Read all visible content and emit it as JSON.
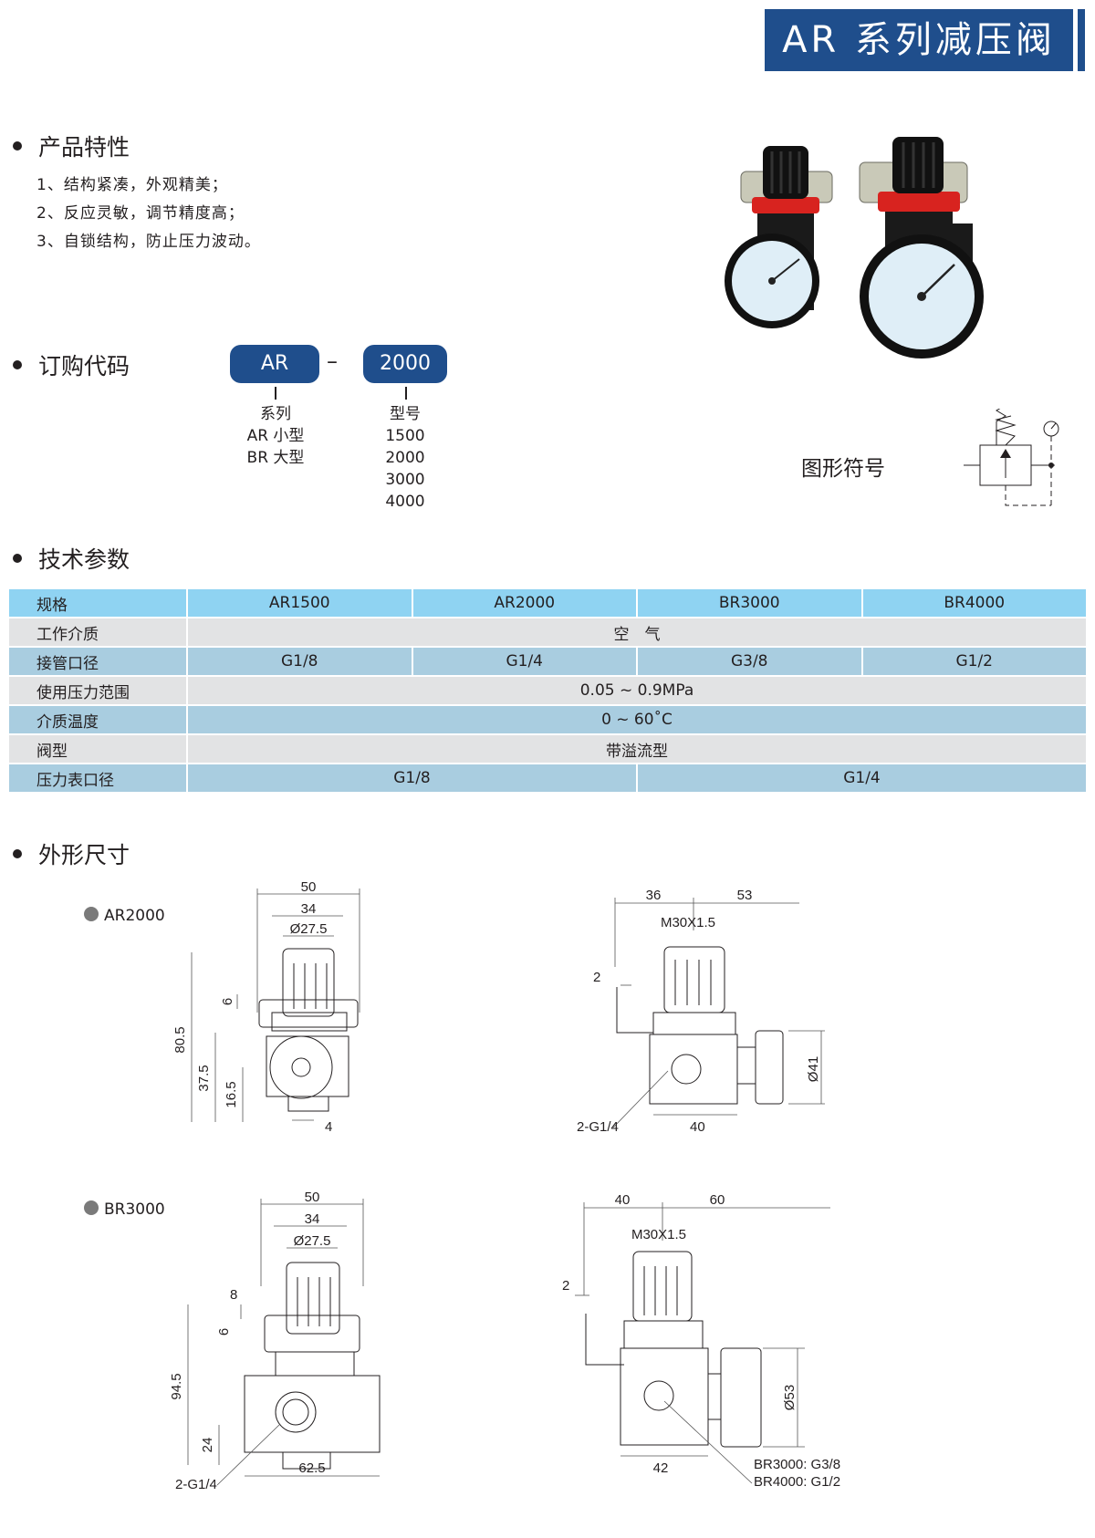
{
  "header": {
    "title": "AR 系列减压阀"
  },
  "features": {
    "heading": "产品特性",
    "items": [
      "1、结构紧凑，外观精美；",
      "2、反应灵敏，调节精度高；",
      "3、自锁结构，防止压力波动。"
    ]
  },
  "ordering": {
    "heading": "订购代码",
    "code_series": "AR",
    "dash": "–",
    "code_model": "2000",
    "series_title": "系列",
    "series_options": [
      "AR 小型",
      "BR 大型"
    ],
    "model_title": "型号",
    "model_options": [
      "1500",
      "2000",
      "3000",
      "4000"
    ]
  },
  "symbol": {
    "label": "图形符号"
  },
  "specs": {
    "heading": "技术参数",
    "header_row": [
      "规格",
      "AR1500",
      "AR2000",
      "BR3000",
      "BR4000"
    ],
    "rows": [
      {
        "label": "工作介质",
        "value": "空　气"
      },
      {
        "label": "接管口径",
        "values": [
          "G1/8",
          "G1/4",
          "G3/8",
          "G1/2"
        ]
      },
      {
        "label": "使用压力范围",
        "value": "0.05 ~ 0.9MPa"
      },
      {
        "label": "介质温度",
        "value": "0 ~ 60˚C"
      },
      {
        "label": "阀型",
        "value": "带溢流型"
      },
      {
        "label": "压力表口径",
        "values": [
          "G1/8",
          "G1/4"
        ]
      }
    ]
  },
  "dimensions": {
    "heading": "外形尺寸",
    "ar2000": {
      "model": "AR2000",
      "front": [
        "50",
        "34",
        "Ø27.5",
        "6",
        "80.5",
        "37.5",
        "16.5",
        "4"
      ],
      "side": [
        "36",
        "53",
        "M30X1.5",
        "2",
        "Ø41",
        "2-G1/4",
        "40"
      ]
    },
    "br3000": {
      "model": "BR3000",
      "front": [
        "50",
        "34",
        "Ø27.5",
        "8",
        "6",
        "94.5",
        "24",
        "2-G1/4",
        "62.5"
      ],
      "side": [
        "40",
        "60",
        "M30X1.5",
        "2",
        "Ø53",
        "42",
        "BR3000: G3/8",
        "BR4000: G1/2"
      ]
    }
  }
}
